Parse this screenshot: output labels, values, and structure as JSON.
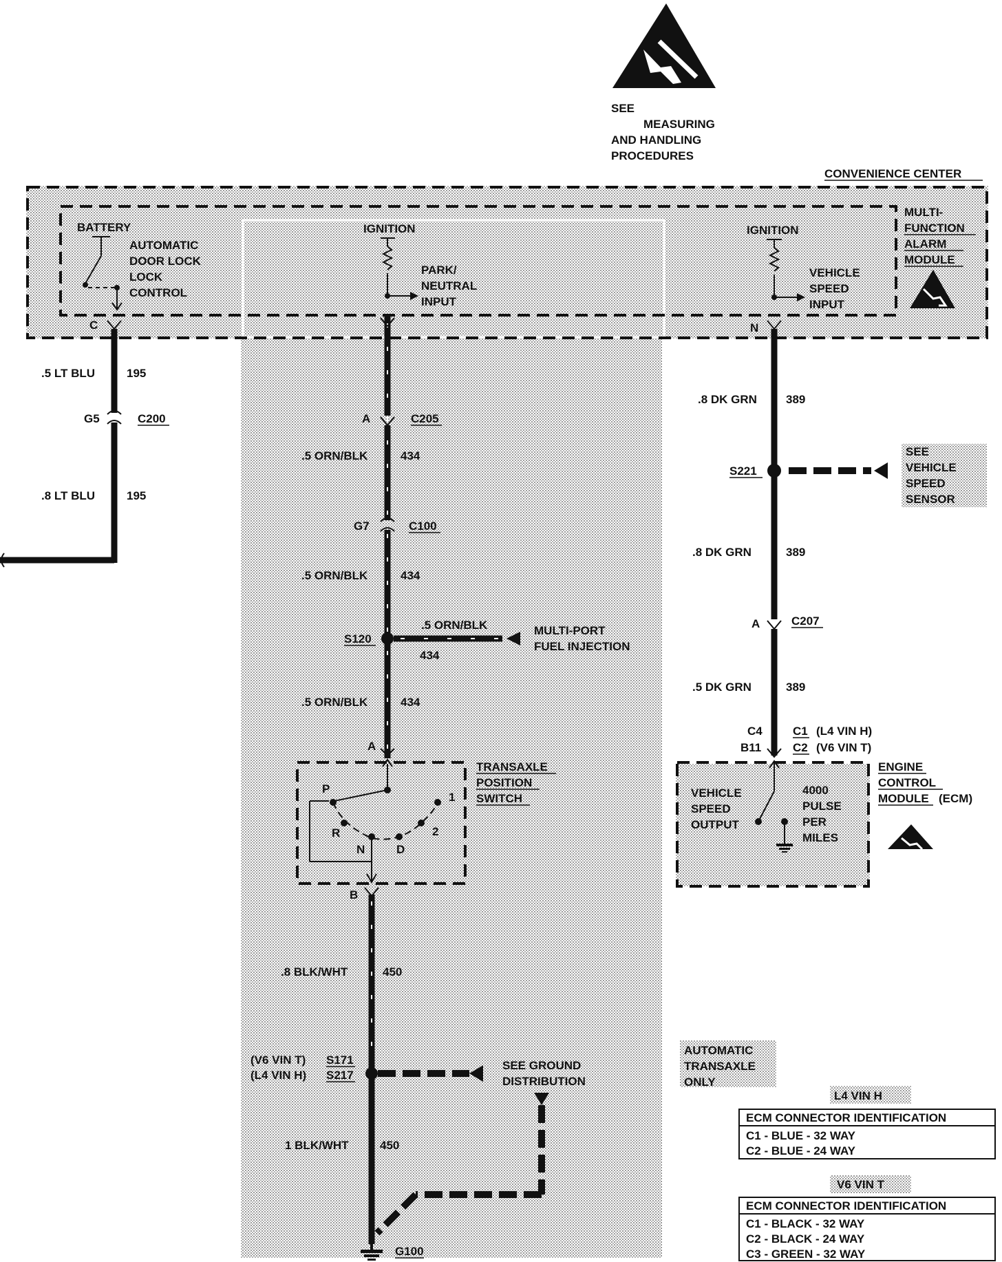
{
  "esd_notice": {
    "line1": "SEE",
    "line2": "MEASURING",
    "line3": "AND HANDLING",
    "line4": "PROCEDURES"
  },
  "convenience_center": "CONVENIENCE CENTER",
  "mfa_module": {
    "line1": "MULTI-",
    "line2": "FUNCTION",
    "line3": "ALARM",
    "line4": "MODULE"
  },
  "door_lock": {
    "battery": "BATTERY",
    "line1": "AUTOMATIC",
    "line2": "DOOR LOCK",
    "line3": "LOCK",
    "line4": "CONTROL",
    "pin": "C"
  },
  "ignition_left": "IGNITION",
  "park_neutral": {
    "line1": "PARK/",
    "line2": "NEUTRAL",
    "line3": "INPUT"
  },
  "ignition_right": "IGNITION",
  "vehicle_speed_input": {
    "line1": "VEHICLE",
    "line2": "SPEED",
    "line3": "INPUT",
    "pin": "N"
  },
  "left_circuit": {
    "w1_size": ".5 LT BLU",
    "w1_num": "195",
    "c200_pin": "G5",
    "c200": "C200",
    "w2_size": ".8 LT BLU",
    "w2_num": "195"
  },
  "center_circuit": {
    "c205_pin": "A",
    "c205": "C205",
    "w1_size": ".5 ORN/BLK",
    "w1_num": "434",
    "c100_pin": "G7",
    "c100": "C100",
    "w2_size": ".5 ORN/BLK",
    "w2_num": "434",
    "s120": "S120",
    "branch_size": ".5 ORN/BLK",
    "branch_num": "434",
    "mpfi_line1": "MULTI-PORT",
    "mpfi_line2": "FUEL INJECTION",
    "w3_size": ".5 ORN/BLK",
    "w3_num": "434",
    "switch_pin_a": "A"
  },
  "transaxle_switch": {
    "line1": "TRANSAXLE",
    "line2": "POSITION",
    "line3": "SWITCH",
    "pos_p": "P",
    "pos_r": "R",
    "pos_n": "N",
    "pos_d": "D",
    "pos_2": "2",
    "pos_1": "1",
    "pin_b": "B"
  },
  "ground_circuit": {
    "w1_size": ".8 BLK/WHT",
    "w1_num": "450",
    "s171_label": "(V6 VIN T)",
    "s171": "S171",
    "s217_label": "(L4 VIN H)",
    "s217": "S217",
    "ground_dist_line1": "SEE GROUND",
    "ground_dist_line2": "DISTRIBUTION",
    "w2_size": "1 BLK/WHT",
    "w2_num": "450",
    "g100": "G100"
  },
  "automatic_note": {
    "line1": "AUTOMATIC",
    "line2": "TRANSAXLE",
    "line3": "ONLY"
  },
  "right_circuit": {
    "w1_size": ".8 DK GRN",
    "w1_num": "389",
    "s221": "S221",
    "vss_line1": "SEE",
    "vss_line2": "VEHICLE",
    "vss_line3": "SPEED",
    "vss_line4": "SENSOR",
    "w2_size": ".8 DK GRN",
    "w2_num": "389",
    "c207_pin": "A",
    "c207": "C207",
    "w3_size": ".5 DK GRN",
    "w3_num": "389",
    "c4_pin": "C4",
    "c1": "C1",
    "c1_note": "(L4 VIN H)",
    "b11_pin": "B11",
    "c2": "C2",
    "c2_note": "(V6 VIN T)"
  },
  "ecm": {
    "line1": "ENGINE",
    "line2": "CONTROL",
    "line3": "MODULE",
    "line3_suffix": "(ECM)",
    "vso_line1": "VEHICLE",
    "vso_line2": "SPEED",
    "vso_line3": "OUTPUT",
    "pulse_line1": "4000",
    "pulse_line2": "PULSE",
    "pulse_line3": "PER",
    "pulse_line4": "MILES"
  },
  "l4_table": {
    "tag": "L4 VIN H",
    "header": "ECM CONNECTOR IDENTIFICATION",
    "rows": [
      "C1 - BLUE - 32 WAY",
      "C2 - BLUE - 24 WAY"
    ]
  },
  "v6_table": {
    "tag": "V6 VIN T",
    "header": "ECM CONNECTOR IDENTIFICATION",
    "rows": [
      "C1 - BLACK - 32 WAY",
      "C2 - BLACK - 24 WAY",
      "C3 - GREEN - 32 WAY"
    ]
  }
}
